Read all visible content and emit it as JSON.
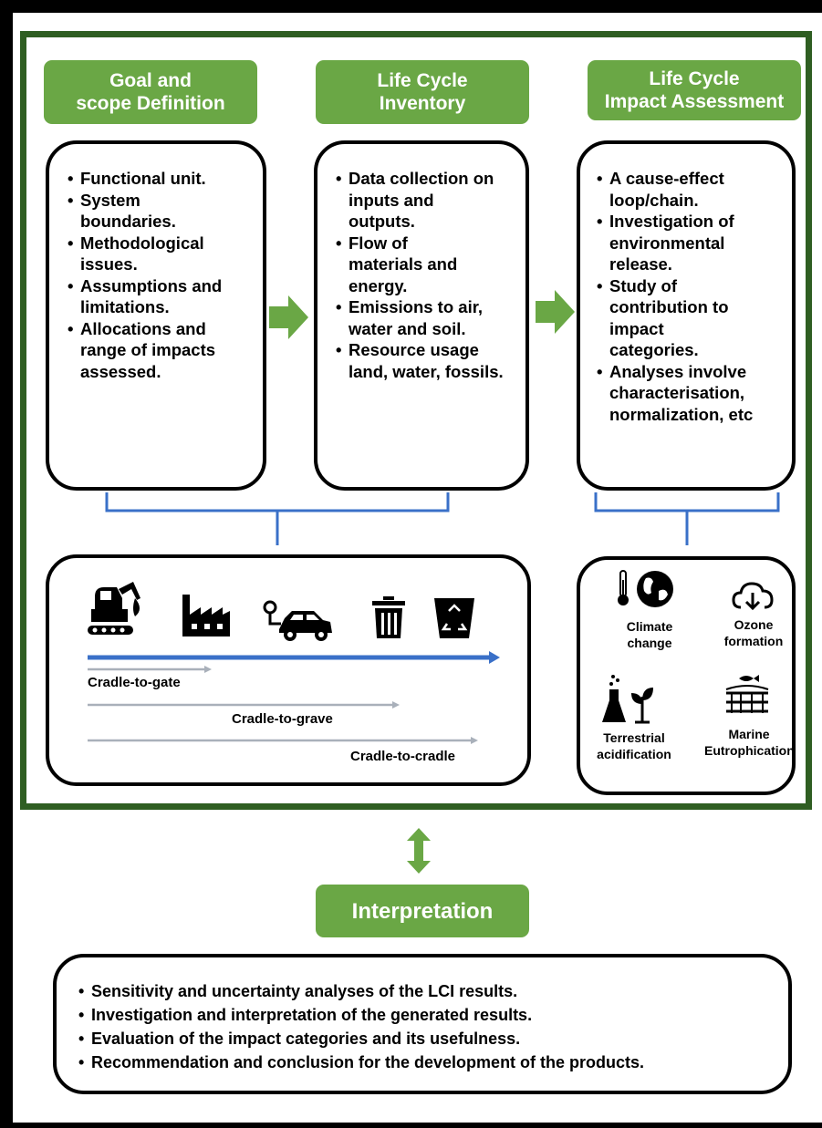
{
  "stages": [
    {
      "title_lines": [
        "Goal and",
        "scope Definition"
      ],
      "items": [
        "Functional unit.",
        "System boundaries.",
        "Methodological issues.",
        "Assumptions and limitations.",
        "Allocations and range of impacts assessed."
      ]
    },
    {
      "title_lines": [
        "Life Cycle",
        "Inventory"
      ],
      "items": [
        "Data collection on inputs and outputs.",
        "Flow of materials and energy.",
        "Emissions to air, water and soil.",
        "Resource usage land, water, fossils."
      ]
    },
    {
      "title_lines": [
        "Life Cycle",
        "Impact Assessment"
      ],
      "items": [
        "A cause-effect loop/chain.",
        "Investigation of environmental release.",
        "Study of contribution to impact categories.",
        "Analyses involve characterisation, normalization, etc"
      ]
    }
  ],
  "lifecycle": {
    "icons": [
      "excavator-icon",
      "factory-icon",
      "electric-car-icon",
      "trash-bin-icon",
      "recycle-bin-icon"
    ],
    "labels": {
      "gate": "Cradle-to-gate",
      "grave": "Cradle-to-grave",
      "cradle": "Cradle-to-cradle"
    }
  },
  "impacts": {
    "climate": [
      "Climate",
      "change"
    ],
    "ozone": [
      "Ozone",
      "formation"
    ],
    "terrestrial": [
      "Terrestrial",
      "acidification"
    ],
    "marine": [
      "Marine",
      "Eutrophication"
    ]
  },
  "interpretation": {
    "title": "Interpretation",
    "items": [
      "Sensitivity and uncertainty analyses of the LCI results.",
      "Investigation and interpretation of the generated results.",
      "Evaluation of the impact categories and its usefulness.",
      "Recommendation and conclusion for the development of the products."
    ]
  },
  "colors": {
    "green": "#6aa745",
    "dark_green": "#2f5e22",
    "blue": "#3a70c8",
    "gray": "#a9b0ba"
  }
}
